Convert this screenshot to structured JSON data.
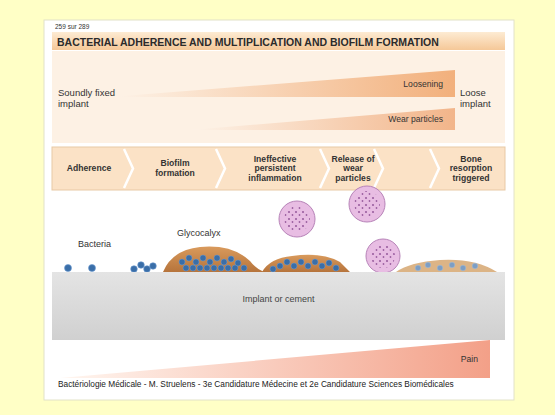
{
  "diagram": {
    "title": "BACTERIAL ADHERENCE AND MULTIPLICATION AND BIOFILM FORMATION",
    "caption": "Bactériologie Médicale - M. Struelens - 3e Candidature Médecine et 2e Candidature Sciences Biomédicales",
    "nodes": [
      {
        "text": [
          "Loosening"
        ]
      },
      {
        "text": [
          "Wear particles"
        ]
      },
      {
        "text": [
          "Adherence"
        ]
      },
      {
        "text": [
          "Biofilm formation"
        ]
      },
      {
        "text": [
          "Ineffective persistent inflammation"
        ]
      },
      {
        "text": [
          "Release of wear particles"
        ]
      },
      {
        "text": [
          "Bone resorption triggered"
        ]
      },
      {
        "text": [
          "Implant or cement"
        ]
      },
      {
        "text": [
          "Pain"
        ]
      }
    ],
    "labels": [
      "259 sur 289",
      "Soundly fixed implant",
      "Loose implant",
      "Bacteria",
      "Glycocalyx"
    ]
  }
}
